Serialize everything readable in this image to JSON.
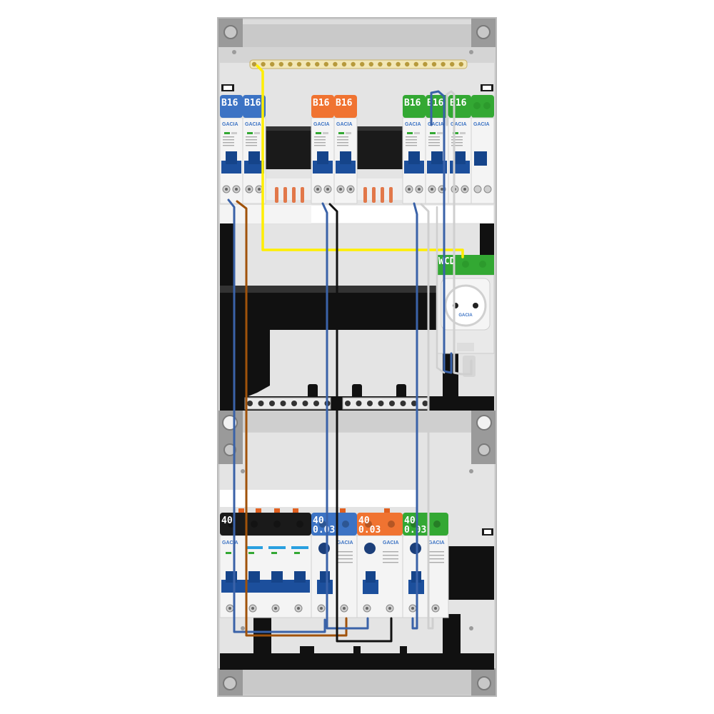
{
  "brand": "GACIA",
  "colors": {
    "blue": "#3c73c4",
    "orange": "#f07331",
    "green": "#33a833",
    "black": "#1a1a1a",
    "handle": "#1c4f9c",
    "wire_yellow": "#ffee00",
    "wire_blue": "#3a62a8",
    "wire_brown": "#a0520a",
    "wire_black": "#111111",
    "wire_grey": "#cfcfcf"
  },
  "top_breakers": [
    {
      "label": "B16",
      "color": "blue"
    },
    {
      "label": "B16",
      "color": "blue"
    },
    {
      "label": "B16",
      "color": "orange"
    },
    {
      "label": "B16",
      "color": "orange"
    },
    {
      "label": "B16",
      "color": "green"
    },
    {
      "label": "B16",
      "color": "green"
    },
    {
      "label": "B16",
      "color": "green"
    }
  ],
  "socket": {
    "label": "WCD",
    "brand": "GACIA"
  },
  "bottom_modules": [
    {
      "label_line1": "40",
      "label_line2": "",
      "color": "black"
    },
    {
      "label_line1": "40",
      "label_line2": "0.03",
      "color": "blue"
    },
    {
      "label_line1": "40",
      "label_line2": "0.03",
      "color": "orange"
    },
    {
      "label_line1": "40",
      "label_line2": "0.03",
      "color": "green"
    }
  ]
}
